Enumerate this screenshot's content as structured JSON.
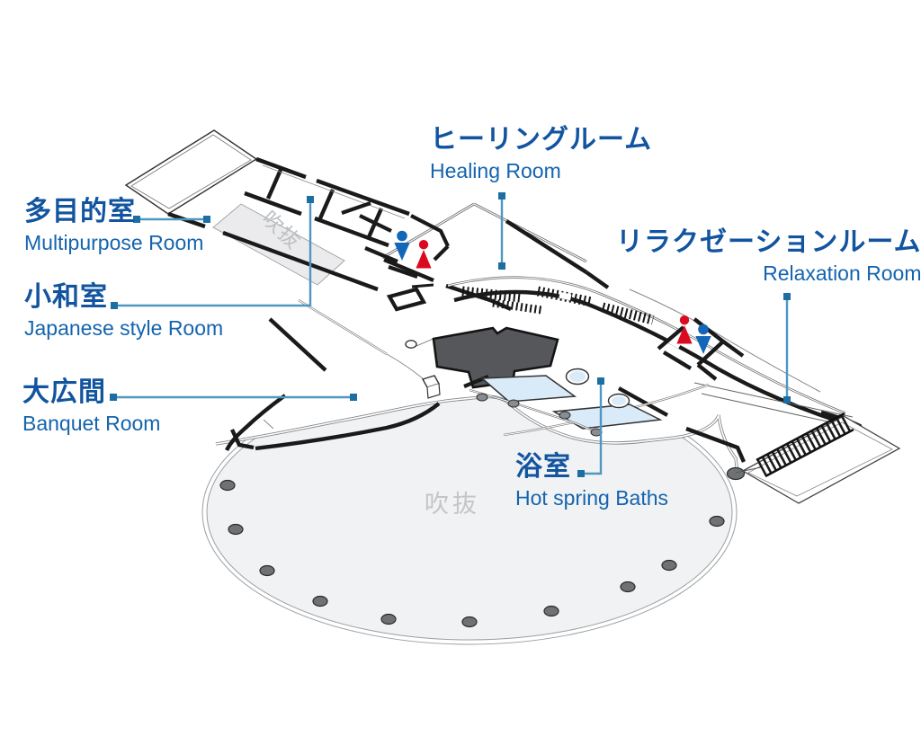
{
  "rooms": [
    {
      "id": "multipurpose",
      "jp": "多目的室",
      "en": "Multipurpose Room"
    },
    {
      "id": "japanese_style",
      "jp": "小和室",
      "en": "Japanese style Room"
    },
    {
      "id": "banquet",
      "jp": "大広間",
      "en": "Banquet Room"
    },
    {
      "id": "healing",
      "jp": "ヒーリングルーム",
      "en": "Healing Room"
    },
    {
      "id": "relaxation",
      "jp": "リラクゼーションルーム",
      "en": "Relaxation Room"
    },
    {
      "id": "bath",
      "jp": "浴室",
      "en": "Hot spring Baths"
    }
  ],
  "voids": {
    "upper": "吹抜",
    "lower": "吹抜"
  },
  "icons": {
    "restroom_sets": [
      {
        "name": "restroom-icons-healing-wing",
        "male_color": "#1467b8",
        "female_color": "#dc0a1e"
      },
      {
        "name": "restroom-icons-relaxation-wing",
        "male_color": "#1467b8",
        "female_color": "#dc0a1e"
      }
    ]
  },
  "colors": {
    "label_jp": "#12549f",
    "label_en": "#1464ae",
    "leader_line": "#4e97c2",
    "leader_square": "#1d6fa3",
    "wall": "#1a1a1a",
    "void_fill": "#f1f2f3",
    "void_text": "#c3c6c8",
    "pool_fill": "#d9eaf8",
    "core_fill": "#56575a"
  }
}
